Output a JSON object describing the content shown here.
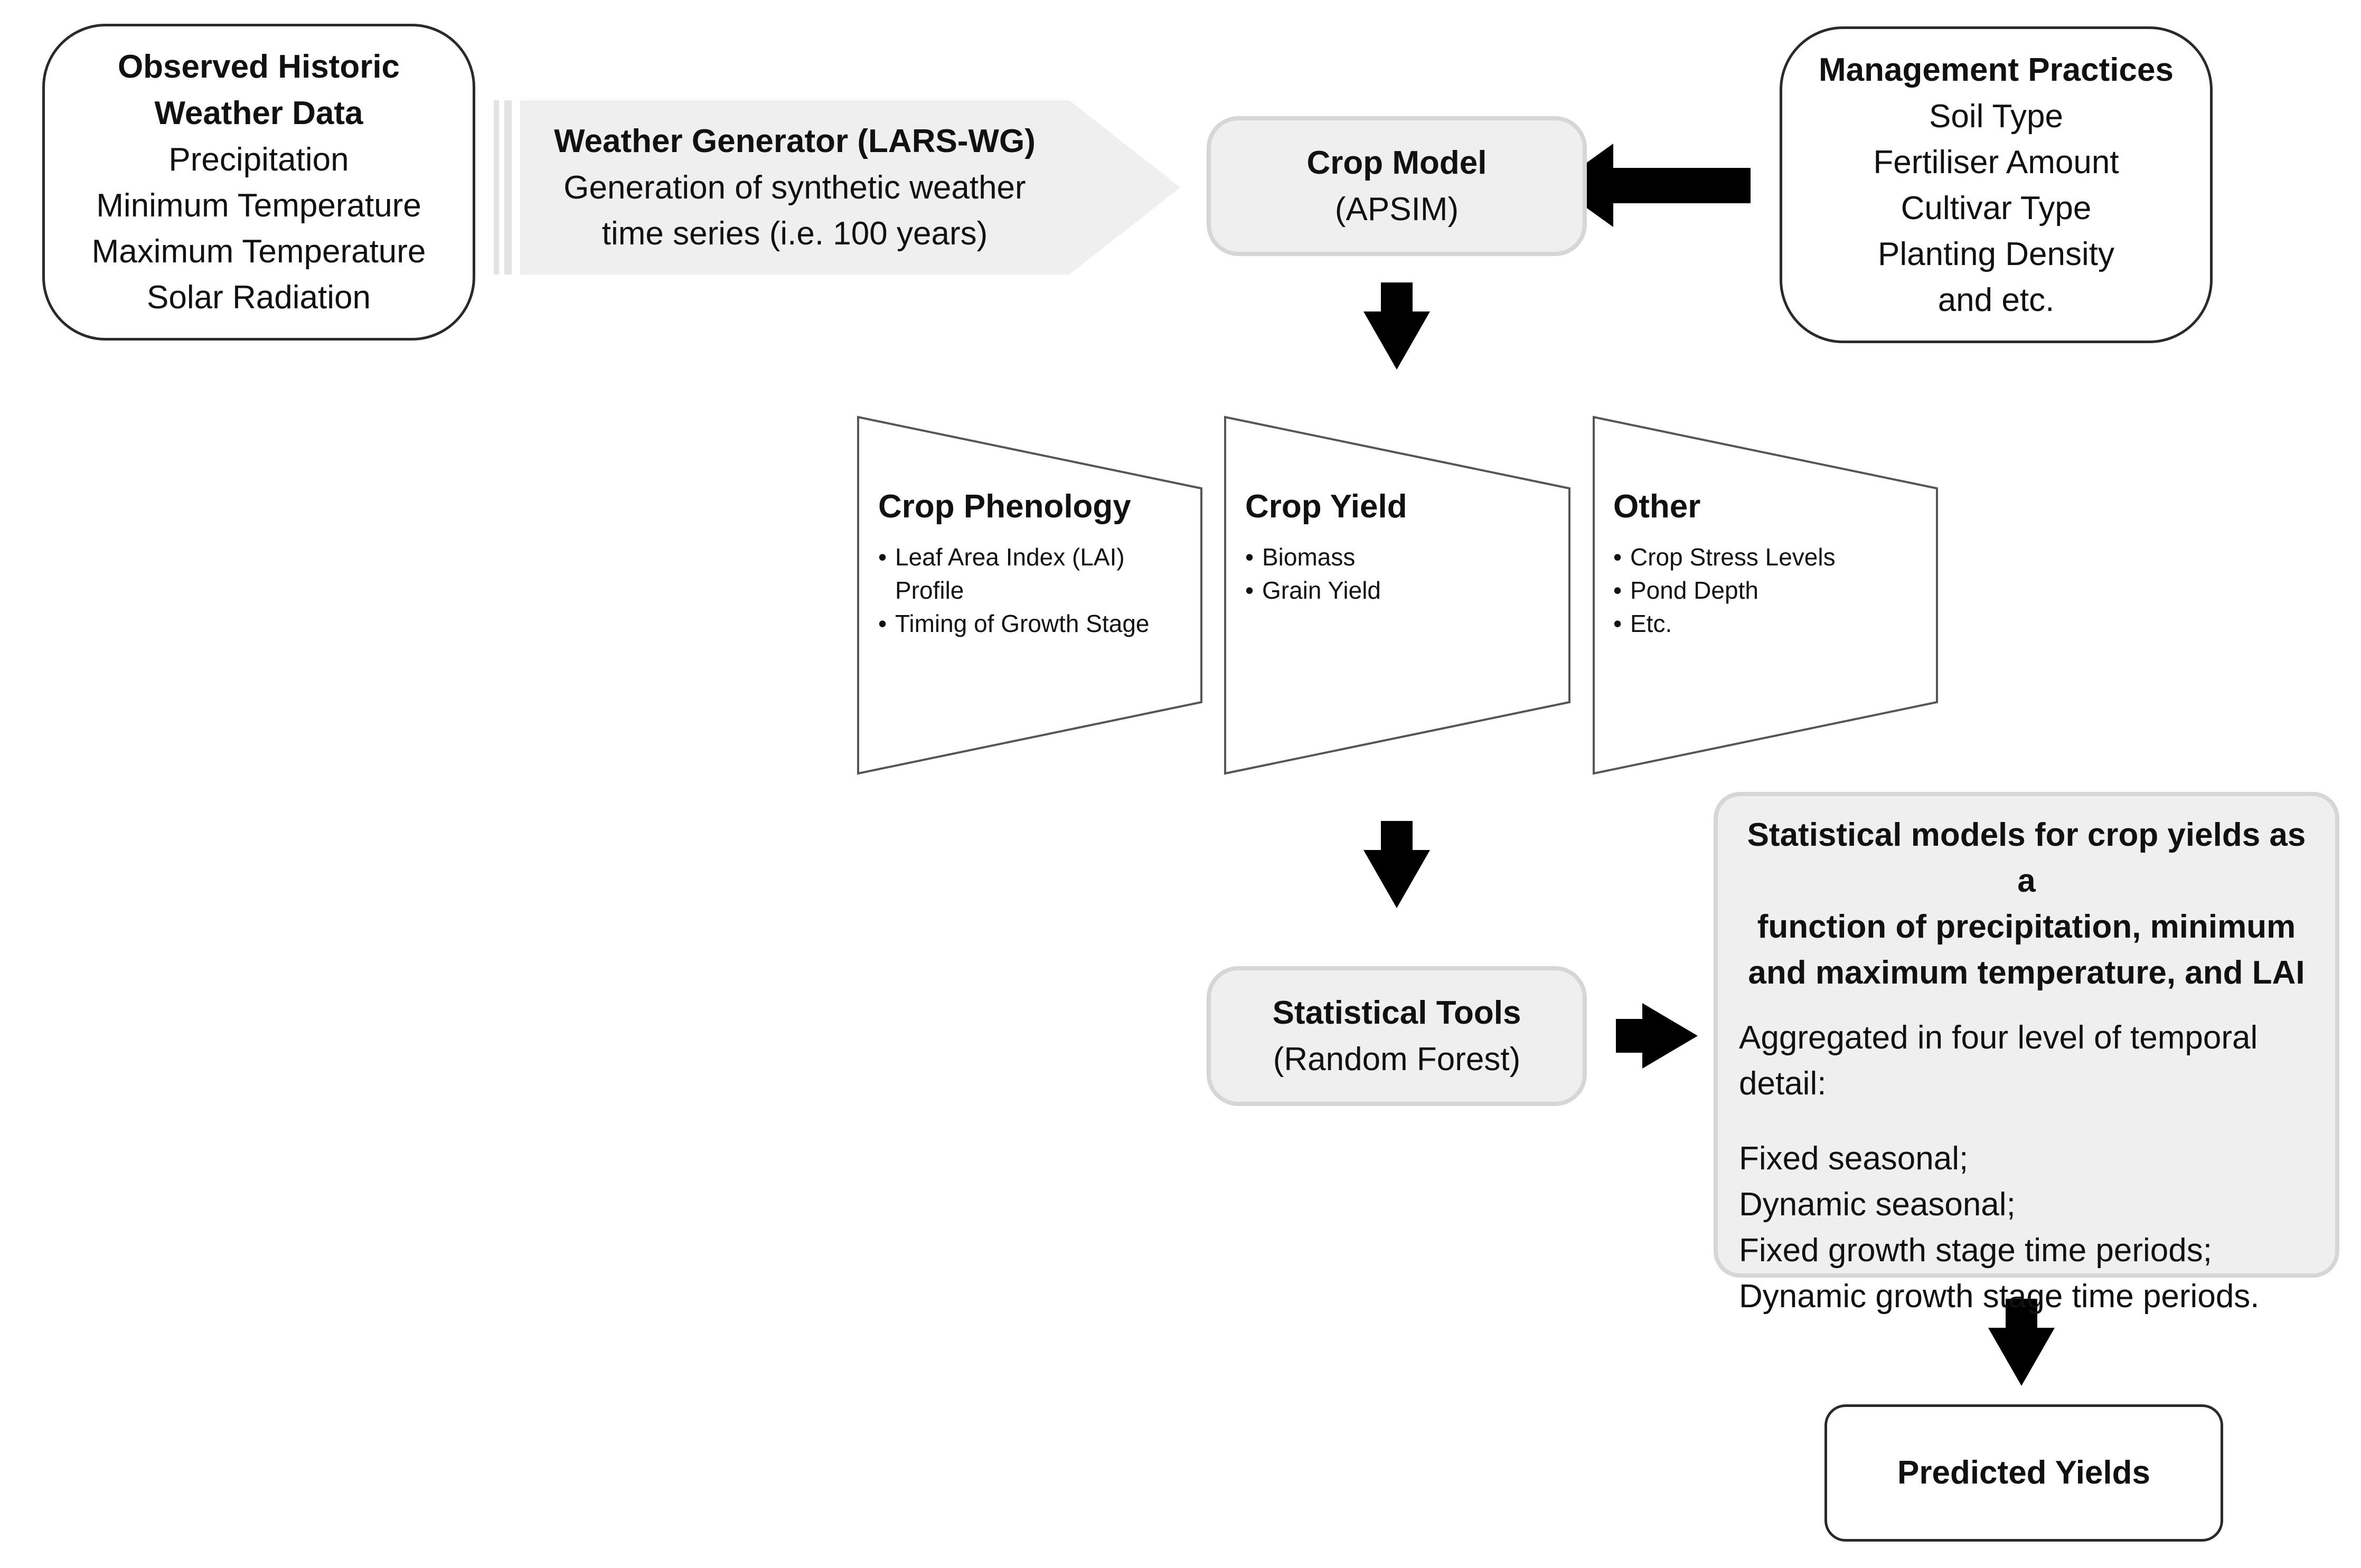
{
  "observed_weather": {
    "title_lines": [
      "Observed Historic",
      "Weather Data"
    ],
    "items": [
      "Precipitation",
      "Minimum Temperature",
      "Maximum Temperature",
      "Solar Radiation"
    ]
  },
  "weather_generator": {
    "title": "Weather Generator (LARS-WG)",
    "lines": [
      "Generation of synthetic weather",
      "time series (i.e. 100 years)"
    ]
  },
  "crop_model": {
    "title": "Crop Model",
    "subtitle": "(APSIM)"
  },
  "management": {
    "title": "Management Practices",
    "items": [
      "Soil Type",
      "Fertiliser Amount",
      "Cultivar Type",
      "Planting Density",
      "and etc."
    ]
  },
  "outputs": [
    {
      "title": "Crop Phenology",
      "bullets": [
        "Leaf Area Index (LAI)",
        "Timing of Growth Stage"
      ],
      "continuation": "Profile"
    },
    {
      "title": "Crop Yield",
      "bullets": [
        "Biomass",
        "Grain Yield"
      ]
    },
    {
      "title": "Other",
      "bullets": [
        "Crop Stress Levels",
        "Pond Depth",
        "Etc."
      ]
    }
  ],
  "statistical_tools": {
    "title": "Statistical Tools",
    "subtitle": "(Random Forest)"
  },
  "statistical_models": {
    "heading_lines": [
      "Statistical models for crop yields as a",
      "function of precipitation, minimum",
      "and maximum temperature, and LAI"
    ],
    "intro_lines": [
      "Aggregated in four level of temporal",
      "detail:"
    ],
    "levels": [
      "Fixed seasonal;",
      "Dynamic seasonal;",
      "Fixed growth stage time periods;",
      "Dynamic growth stage time periods."
    ]
  },
  "predicted_yields": {
    "title": "Predicted Yields"
  }
}
